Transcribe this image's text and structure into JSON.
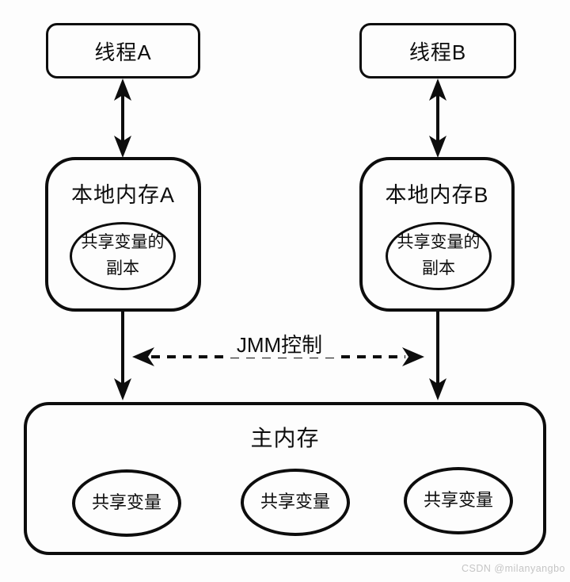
{
  "nodes": {
    "thread_a": {
      "label": "线程A"
    },
    "thread_b": {
      "label": "线程B"
    },
    "local_memory_a": {
      "title": "本地内存A",
      "copy_line1": "共享变量的",
      "copy_line2": "副本"
    },
    "local_memory_b": {
      "title": "本地内存B",
      "copy_line1": "共享变量的",
      "copy_line2": "副本"
    },
    "main_memory": {
      "title": "主内存",
      "shared_variables": [
        "共享变量",
        "共享变量",
        "共享变量"
      ]
    }
  },
  "edges": {
    "jmm_control_label": "JMM控制"
  },
  "watermark": {
    "text": "CSDN @milanyangbo"
  },
  "colors": {
    "stroke": "#0d0d0d",
    "background": "#fdfdfd",
    "watermark_gray": "#c5c5c5"
  }
}
